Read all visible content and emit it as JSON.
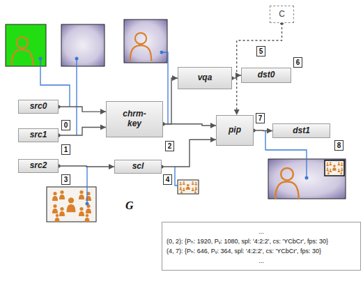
{
  "diagram": {
    "nodes": [
      {
        "text": [
          "src0"
        ]
      },
      {
        "text": [
          "src1"
        ]
      },
      {
        "text": [
          "src2"
        ]
      },
      {
        "text": [
          "chrm-key"
        ]
      },
      {
        "text": [
          "scl"
        ]
      },
      {
        "text": [
          "vqa"
        ]
      },
      {
        "text": [
          "dst0"
        ]
      },
      {
        "text": [
          "pip"
        ]
      },
      {
        "text": [
          "dst1"
        ]
      },
      {
        "text": [
          "C"
        ]
      },
      {
        "text": [
          "...",
          "(0, 2): {Pₕ: 1920, Pᵥ: 1080, spl: '4:2:2', cs: 'YCbCr', fps: 30}",
          "(4, 7): {Pₕ: 646, Pᵥ: 364, spl: '4:2:2', cs: 'YCbCr', fps: 30}",
          "..."
        ]
      }
    ],
    "edges": [
      {
        "from": 0,
        "to": 3,
        "arrow": "to"
      },
      {
        "from": 1,
        "to": 3,
        "arrow": "to"
      },
      {
        "from": 2,
        "to": 4,
        "arrow": "to"
      },
      {
        "from": 3,
        "to": 5,
        "arrow": "to"
      },
      {
        "from": 3,
        "to": 7,
        "arrow": "to"
      },
      {
        "from": 4,
        "to": 7,
        "arrow": "to"
      },
      {
        "from": 5,
        "to": 6,
        "arrow": "to"
      },
      {
        "from": 7,
        "to": 8,
        "arrow": "to"
      },
      {
        "from": 9,
        "to": 7,
        "arrow": "to"
      }
    ],
    "labels": [
      "0",
      "1",
      "2",
      "3",
      "4",
      "5",
      "6",
      "7",
      "8",
      "G"
    ]
  }
}
